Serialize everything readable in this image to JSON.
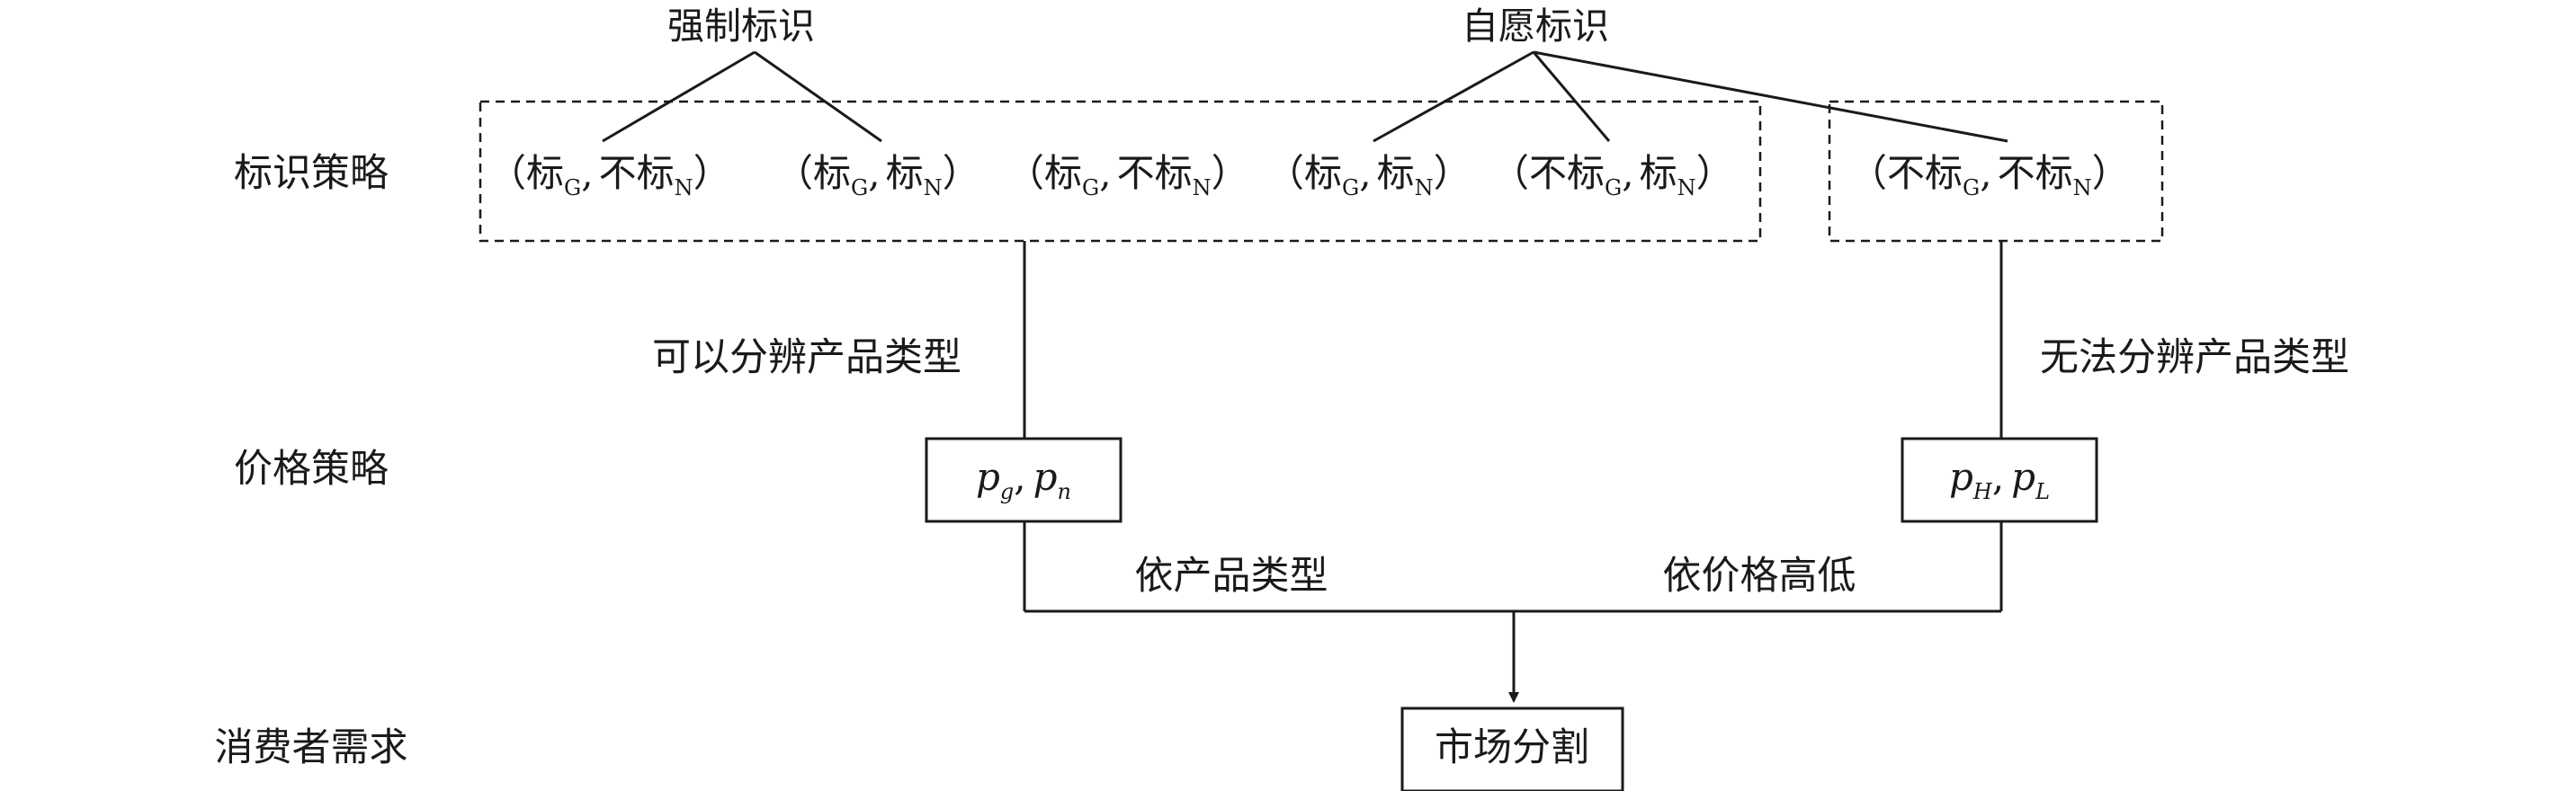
{
  "top_labels": {
    "mandatory": "强制标识",
    "voluntary": "自愿标识"
  },
  "row_labels": {
    "label_strategy": "标识策略",
    "price_strategy": "价格策略",
    "consumer_demand": "消费者需求"
  },
  "strategies": [
    {
      "a": "标",
      "a_sub": "G",
      "b": "不标",
      "b_sub": "N"
    },
    {
      "a": "标",
      "a_sub": "G",
      "b": "标",
      "b_sub": "N"
    },
    {
      "a": "标",
      "a_sub": "G",
      "b": "不标",
      "b_sub": "N"
    },
    {
      "a": "标",
      "a_sub": "G",
      "b": "标",
      "b_sub": "N"
    },
    {
      "a": "不标",
      "a_sub": "G",
      "b": "标",
      "b_sub": "N"
    },
    {
      "a": "不标",
      "a_sub": "G",
      "b": "不标",
      "b_sub": "N"
    }
  ],
  "punct": {
    "open": "（",
    "close": "）",
    "comma": ","
  },
  "branch_labels": {
    "distinguishable": "可以分辨产品类型",
    "indistinguishable": "无法分辨产品类型"
  },
  "price_boxes": {
    "left": {
      "p1": "p",
      "p1_sub": "g",
      "sep": ",",
      "p2": "p",
      "p2_sub": "n"
    },
    "right": {
      "p1": "p",
      "p1_sub": "H",
      "sep": ",",
      "p2": "p",
      "p2_sub": "L"
    }
  },
  "path_labels": {
    "by_type": "依产品类型",
    "by_price": "依价格高低"
  },
  "result": {
    "label": "市场分割"
  },
  "colors": {
    "line": "#1a1a1a",
    "text": "#1a1a1a",
    "background": "#ffffff"
  }
}
